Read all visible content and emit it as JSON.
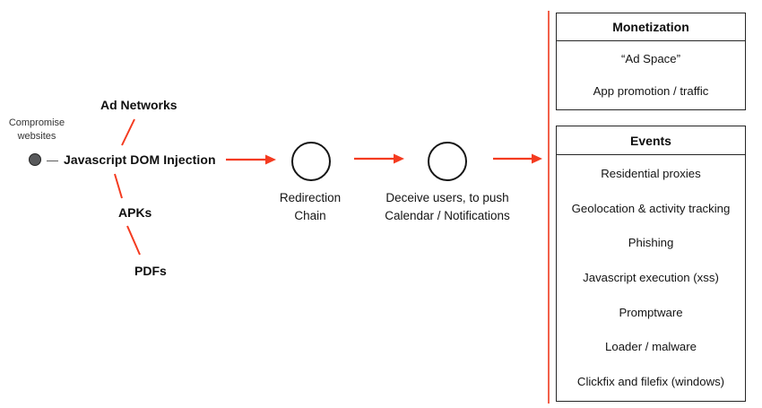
{
  "colors": {
    "accent_red": "#f43b20",
    "divider_red": "#f2604a",
    "node_fill": "#58595b",
    "border_black": "#262626"
  },
  "source": {
    "area_label": "Compromise\nwebsites",
    "dash": "—",
    "node_label": "Javascript DOM Injection",
    "branch_top": "Ad Networks",
    "branch_mid": "APKs",
    "branch_bottom": "PDFs"
  },
  "flow": {
    "stage1_caption": "Redirection\nChain",
    "stage2_caption": "Deceive users, to push\nCalendar / Notifications"
  },
  "monetization": {
    "title": "Monetization",
    "items": [
      "“Ad Space”",
      "App promotion / traffic"
    ]
  },
  "events": {
    "title": "Events",
    "items": [
      "Residential proxies",
      "Geolocation & activity tracking",
      "Phishing",
      "Javascript execution (xss)",
      "Promptware",
      "Loader / malware",
      "Clickfix and filefix (windows)"
    ]
  }
}
